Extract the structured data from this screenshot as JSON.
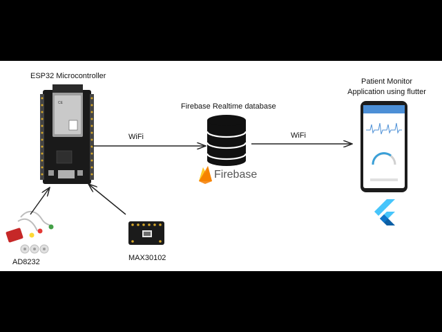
{
  "diagram": {
    "esp32_label": "ESP32 Microcontroller",
    "firebase_db_label": "Firebase Realtime database",
    "firebase_brand": "Firebase",
    "wifi_left": "WiFi",
    "wifi_right": "WiFi",
    "app_label_line1": "Patient Monitor",
    "app_label_line2": "Application using flutter",
    "sensor1_label": "AD8232",
    "sensor2_label": "MAX30102"
  },
  "colors": {
    "background": "#000000",
    "panel": "#ffffff",
    "arrow": "#222222",
    "board": "#1a1a1a",
    "firebase_orange": "#f5a623",
    "firebase_yellow": "#ffca28",
    "flutter_light": "#47c5fb",
    "flutter_dark": "#0b5fa5",
    "sensor_red": "#c62828"
  },
  "icons": [
    "esp32-board-icon",
    "database-icon",
    "firebase-flame-icon",
    "smartphone-icon",
    "flutter-logo-icon",
    "ecg-sensor-icon",
    "pulse-oximeter-sensor-icon"
  ]
}
